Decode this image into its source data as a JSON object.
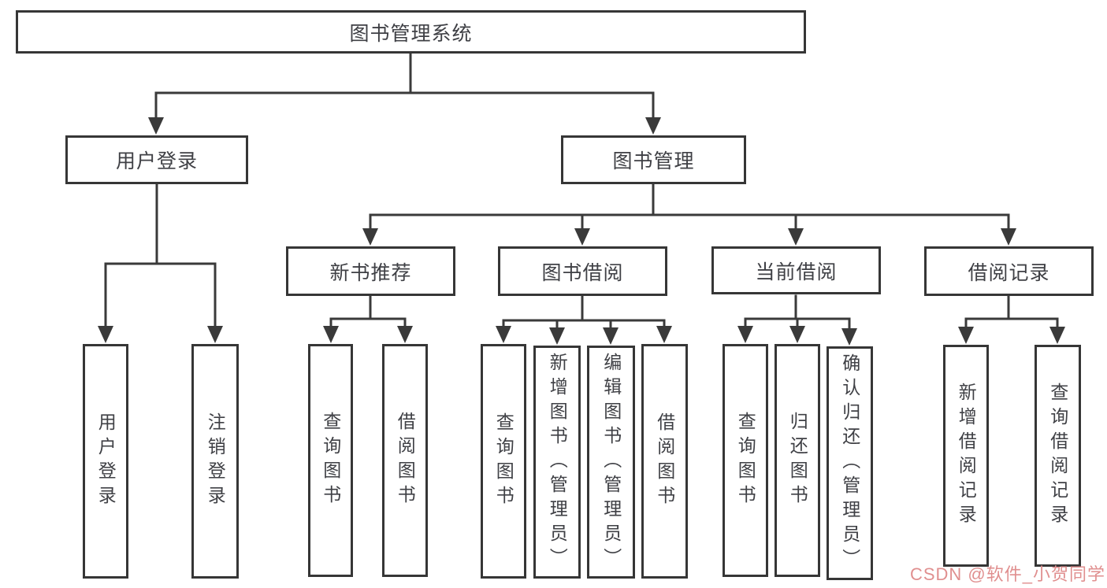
{
  "diagram": {
    "title": "图书管理系统",
    "type": "hierarchy-tree",
    "hierarchy": {
      "root": "图书管理系统",
      "children": [
        {
          "label": "用户登录",
          "children": [
            "用户登录",
            "注销登录"
          ]
        },
        {
          "label": "图书管理",
          "children": [
            {
              "label": "新书推荐",
              "children": [
                "查询图书",
                "借阅图书"
              ]
            },
            {
              "label": "图书借阅",
              "children": [
                "查询图书",
                "新增图书（管理员）",
                "编辑图书（管理员）",
                "借阅图书"
              ]
            },
            {
              "label": "当前借阅",
              "children": [
                "查询图书",
                "归还图书",
                "确认归还（管理员）"
              ]
            },
            {
              "label": "借阅记录",
              "children": [
                "新增借阅记录",
                "查询借阅记录"
              ]
            }
          ]
        }
      ]
    }
  },
  "nodes": {
    "root": "图书管理系统",
    "user_login": "用户登录",
    "book_mgmt": "图书管理",
    "new_book": "新书推荐",
    "book_borrow": "图书借阅",
    "current_borrow": "当前借阅",
    "borrow_records": "借阅记录",
    "ul_login": "用户登录",
    "ul_logout": "注销登录",
    "nb_query": "查询图书",
    "nb_borrow": "借阅图书",
    "bb_query": "查询图书",
    "bb_add": "新增图书（管理员）",
    "bb_edit": "编辑图书（管理员）",
    "bb_borrow": "借阅图书",
    "cb_query": "查询图书",
    "cb_return": "归还图书",
    "cb_confirm": "确认归还（管理员）",
    "br_add": "新增借阅记录",
    "br_query": "查询借阅记录"
  },
  "watermark": {
    "text": "CSDN @软件_小贺同学",
    "color": "#e08f8f"
  },
  "colors": {
    "line": "#3a3a3a",
    "border": "#363636",
    "text": "#3f4045",
    "background": "#ffffff"
  }
}
